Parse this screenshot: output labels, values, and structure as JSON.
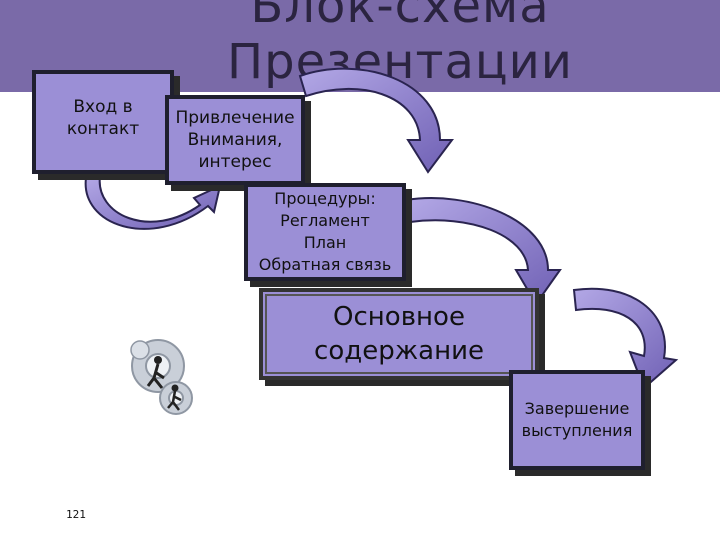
{
  "title": "Блок-схема Презентации",
  "steps": [
    {
      "label": "Вход в\nконтакт"
    },
    {
      "label": "Привлечение\nВнимания,\nинтерес"
    },
    {
      "label": "Процедуры:\nРегламент\nПлан\nОбратная связь"
    },
    {
      "label": "Основное\nсодержание"
    },
    {
      "label": "Завершение\nвыступления"
    }
  ],
  "page_number": "121",
  "colors": {
    "header": "#7a6aa8",
    "box_fill": "#9b8fd6",
    "arrow": "#8f7fd0"
  },
  "icons": {
    "clipart": "gears-and-people-clipart"
  }
}
